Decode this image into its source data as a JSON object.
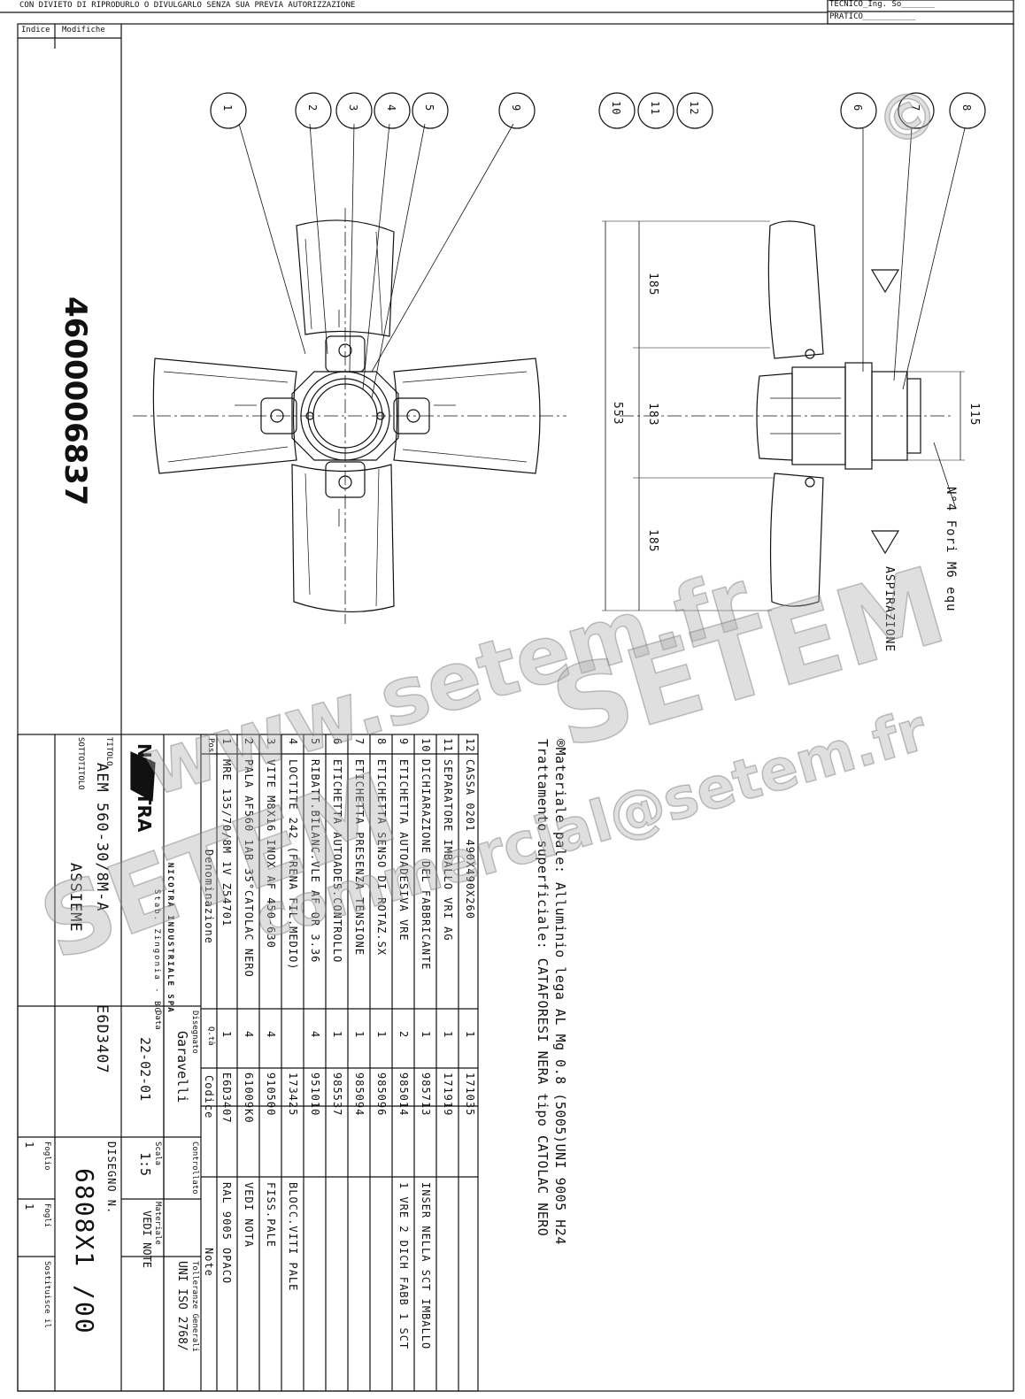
{
  "header": {
    "notice": "CON DIVIETO DI RIPRODURLO O DIVULGARLO SENZA SUA PREVIA AUTORIZZAZIONE",
    "tecnico_label": "TECNICO",
    "tecnico_value": "Ing. So",
    "pratico_label": "PRATICO"
  },
  "revision": {
    "indice_label": "Indice",
    "modifiche_label": "Modifiche"
  },
  "drawing_code": "4600006837",
  "balloons": [
    "1",
    "2",
    "3",
    "4",
    "5",
    "9",
    "10",
    "11",
    "12",
    "6",
    "7",
    "8"
  ],
  "dimensions": {
    "top_blade": "185",
    "hub": "183",
    "bottom_blade": "185",
    "overall": "553",
    "motor": "115"
  },
  "annotations": {
    "fori": "N°4 Fori M6 equ",
    "aspirazione": "ASPIRAZIONE"
  },
  "notes": {
    "materiale": "®Materiale pale: Alluminio lega AL Mg 0.8 (5005)UNI 9005 H24",
    "trattamento": "Trattamento superficiale: CATAFORESI NERA tipo CATOLAC NERO"
  },
  "bom": {
    "headers": {
      "pos": "Pos",
      "denominazione": "Denominazione",
      "qty": "Q.tà",
      "codice": "Codice",
      "note": "Note"
    },
    "rows": [
      {
        "pos": "12",
        "denominazione": "CASSA 0201 490X490X260",
        "qty": "1",
        "codice": "171035",
        "note": ""
      },
      {
        "pos": "11",
        "denominazione": "SEPARATORE IMBALLO VRI AG",
        "qty": "1",
        "codice": "171919",
        "note": ""
      },
      {
        "pos": "10",
        "denominazione": "DICHIARAZIONE DEL FABBRICANTE",
        "qty": "1",
        "codice": "985713",
        "note": "INSER NELLA SCT IMBALLO"
      },
      {
        "pos": "9",
        "denominazione": "ETICHETTA AUTOADESIVA VRE",
        "qty": "2",
        "codice": "985014",
        "note": "1 VRE 2 DICH FABB 1 SCT"
      },
      {
        "pos": "8",
        "denominazione": "ETICHETTA SENSO DI ROTAZ.SX",
        "qty": "1",
        "codice": "985096",
        "note": ""
      },
      {
        "pos": "7",
        "denominazione": "ETICHETTA PRESENZA TENSIONE",
        "qty": "1",
        "codice": "985094",
        "note": ""
      },
      {
        "pos": "6",
        "denominazione": "ETICHETTA AUTOADES.CONTROLLO",
        "qty": "1",
        "codice": "985537",
        "note": ""
      },
      {
        "pos": "5",
        "denominazione": "RIBATT.BILANC.VLE AF OR 3.36",
        "qty": "4",
        "codice": "951010",
        "note": ""
      },
      {
        "pos": "4",
        "denominazione": "LOCTITE 242 (FRENA FIL.MEDIO)",
        "qty": "",
        "codice": "173425",
        "note": "BLOCC.VITI PALE"
      },
      {
        "pos": "3",
        "denominazione": "VITE M8X16 INOX AF 450-630",
        "qty": "4",
        "codice": "910500",
        "note": "FISS.PALE"
      },
      {
        "pos": "2",
        "denominazione": "PALA AF560 1AB 35°CATOLAC NERO",
        "qty": "4",
        "codice": "61009K0",
        "note": "VEDI NOTA"
      },
      {
        "pos": "1",
        "denominazione": "MRE 135/70/8M 1V Z54701",
        "qty": "1",
        "codice": "E6D3407",
        "note": "RAL 9005 OPACO"
      }
    ]
  },
  "titleblock": {
    "company_logo": "NICOTRA",
    "company_name": "NICOTRA INDUSTRIALE SPA",
    "plant": "Stab. Zingonia - BG",
    "titolo_label": "TITOLO",
    "titolo": "AEM 560-30/8M-A",
    "titolo_code": "E6D3407",
    "sottotitolo_label": "SOTTOTITOLO",
    "sottotitolo": "ASSIEME",
    "disegnato_label": "Disegnato",
    "disegnato": "Garavelli",
    "data_label": "Data",
    "data": "22-02-01",
    "controllato_label": "Controllato",
    "scala_label": "Scala",
    "scala": "1:5",
    "materiale_label": "Materiale",
    "materiale": "VEDI NOTE",
    "tolleranze_label": "Tolleranze Generali",
    "tolleranze": "UNI ISO 2768/",
    "disegno_label": "DISEGNO N.",
    "disegno": "6808X1 /00",
    "foglio_label": "Foglio",
    "foglio": "1",
    "fogli_label": "Fogli",
    "fogli": "1",
    "sostituisce_label": "Sostituisce il"
  },
  "watermarks": {
    "site": "www.setem.fr",
    "brand": "SETEM",
    "email": "commercial@setem.fr",
    "copyright": "©"
  }
}
